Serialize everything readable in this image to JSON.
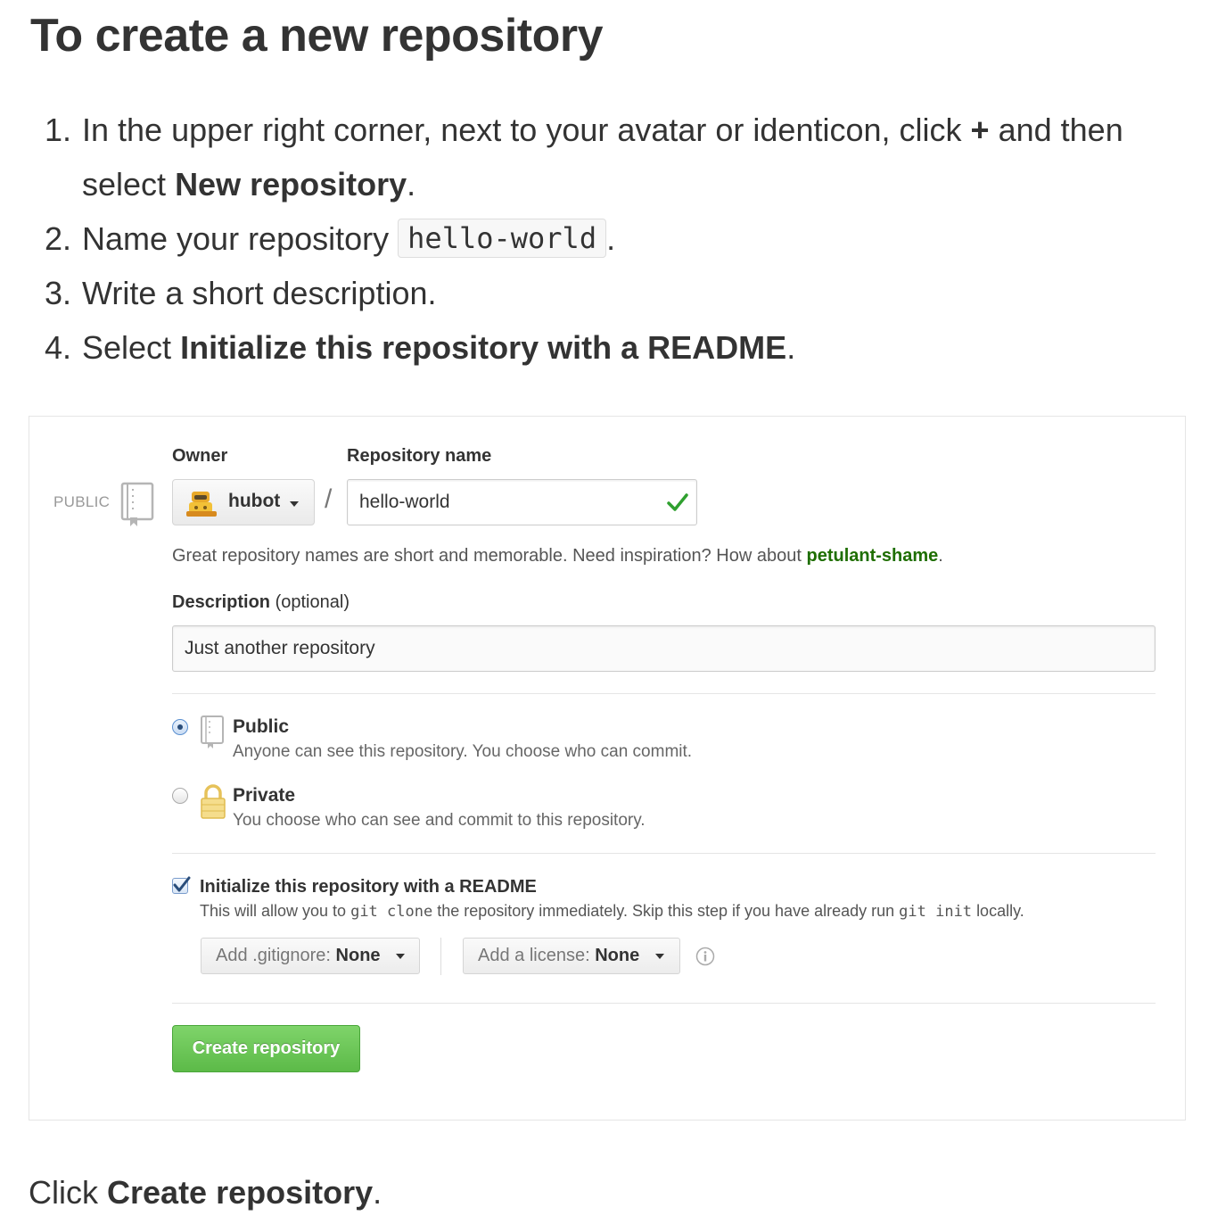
{
  "heading": "To create a new repository",
  "steps": [
    {
      "num": "1.",
      "pre": "In the upper right corner, next to your avatar or identicon, click",
      "plus": "+",
      "mid": "and then select",
      "bold": "New repository",
      "post": "."
    },
    {
      "num": "2.",
      "pre": "Name your repository",
      "code": "hello-world",
      "post": "."
    },
    {
      "num": "3.",
      "text": "Write a short description."
    },
    {
      "num": "4.",
      "pre": "Select",
      "bold": "Initialize this repository with a README",
      "post": "."
    }
  ],
  "form": {
    "public_tag": "PUBLIC",
    "owner_label": "Owner",
    "repo_label": "Repository name",
    "owner_value": "hubot",
    "slash": "/",
    "repo_value": "hello-world",
    "hint_text": "Great repository names are short and memorable. Need inspiration? How about",
    "hint_suggestion": "petulant-shame",
    "hint_end": ".",
    "desc_label": "Description",
    "desc_optional": "(optional)",
    "desc_value": "Just another repository",
    "visibility": [
      {
        "title": "Public",
        "sub": "Anyone can see this repository. You choose who can commit.",
        "selected": true
      },
      {
        "title": "Private",
        "sub": "You choose who can see and commit to this repository.",
        "selected": false
      }
    ],
    "readme_title": "Initialize this repository with a README",
    "readme_sub_1": "This will allow you to",
    "readme_code_1": "git clone",
    "readme_sub_2": "the repository immediately. Skip this step if you have already run",
    "readme_code_2": "git init",
    "readme_sub_3": "locally.",
    "readme_checked": true,
    "gitignore_label": "Add .gitignore:",
    "gitignore_value": "None",
    "license_label": "Add a license:",
    "license_value": "None",
    "create_button": "Create repository"
  },
  "footer": {
    "pre": "Click",
    "bold": "Create repository",
    "post": "."
  },
  "colors": {
    "accent_green": "#5cba48",
    "suggestion_green": "#1e6e00",
    "check_green": "#2fa02f"
  }
}
